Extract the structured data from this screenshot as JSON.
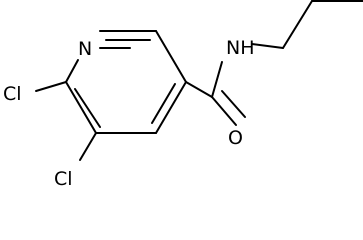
{
  "diagram": {
    "type": "structural-formula",
    "atoms": {
      "ring_nitrogen": "N",
      "chlorine_top": "Cl",
      "chlorine_bottom": "Cl",
      "amide_nitrogen": "NH",
      "carbonyl_oxygen": "O"
    },
    "colors": {
      "bond": "#000000",
      "label": "#000000",
      "background": "#ffffff"
    }
  }
}
